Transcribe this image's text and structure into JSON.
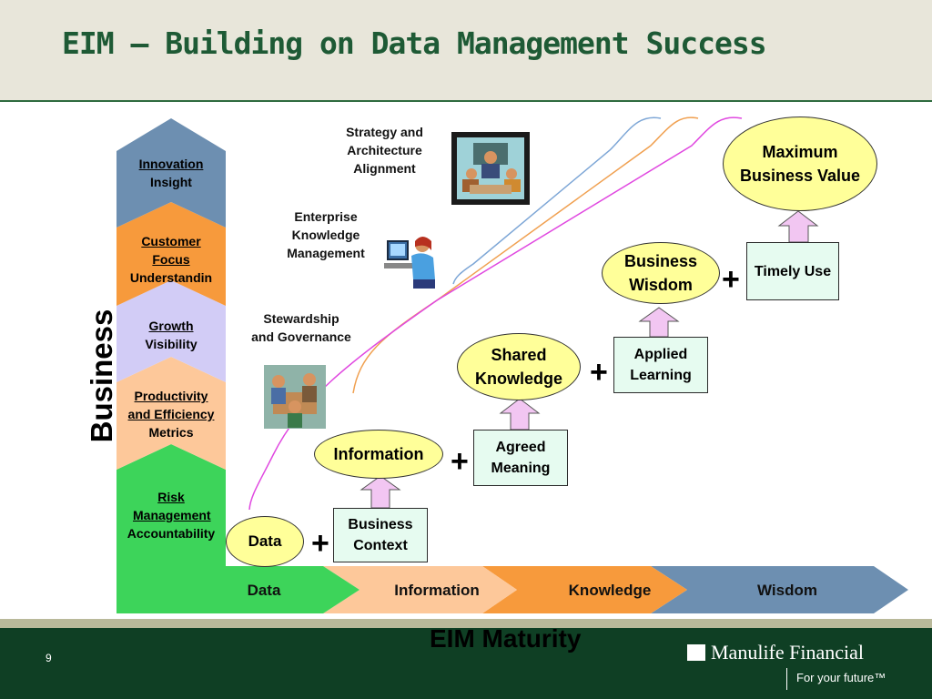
{
  "title": "EIM – Building on Data Management Success",
  "vertical_axis_label": "Business",
  "horizontal_axis_label": "EIM Maturity",
  "page_number": "9",
  "logo": {
    "name": "Manulife Financial",
    "tagline": "For your future™"
  },
  "business_levels": [
    {
      "underlined": "Innovation",
      "plain": "Insight",
      "color": "#6d8fb1"
    },
    {
      "underlined": "Customer Focus",
      "plain": "Understandin",
      "color": "#f79a3c"
    },
    {
      "underlined": "Growth",
      "plain": "Visibility",
      "color": "#d2ccf6"
    },
    {
      "underlined": "Productivity and Efficiency",
      "plain": "Metrics",
      "color": "#fdc89a"
    },
    {
      "underlined": "Risk Management",
      "plain": "Accountability",
      "color": "#3dd45a"
    }
  ],
  "maturity_stages": [
    {
      "label": "Data",
      "color": "#3dd45a"
    },
    {
      "label": "Information",
      "color": "#fdc89a"
    },
    {
      "label": "Knowledge",
      "color": "#f79a3c"
    },
    {
      "label": "Wisdom",
      "color": "#6d8fb1"
    }
  ],
  "capabilities": [
    {
      "label": "Strategy and Architecture Alignment",
      "icon": "meeting-icon"
    },
    {
      "label": "Enterprise Knowledge Management",
      "icon": "computer-user-icon"
    },
    {
      "label": "Stewardship and Governance",
      "icon": "team-icon"
    }
  ],
  "outcomes": [
    "Data",
    "Information",
    "Shared Knowledge",
    "Business Wisdom",
    "Maximum Business Value"
  ],
  "enablers": [
    "Business Context",
    "Agreed Meaning",
    "Applied Learning",
    "Timely Use"
  ],
  "plus_sign": "+",
  "colors": {
    "title": "#1e5a35",
    "footer": "#0f3f24",
    "oval": "#ffff99",
    "box": "#e6fbf0",
    "arrow": "#f2c6f2"
  }
}
